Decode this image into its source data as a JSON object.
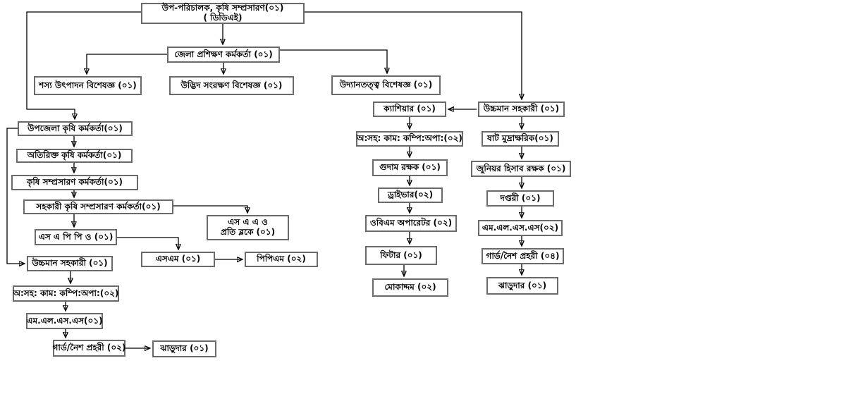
{
  "diagram": {
    "kind": "org-chart-flowchart",
    "language": "Bengali",
    "colors": {
      "background": "#ffffff",
      "box_fill": "#ffffff",
      "box_border": "#6a6a6a",
      "line": "#000000",
      "text": "#000000"
    },
    "nodes": {
      "deputy_director": {
        "line1": "উপ-পরিচালক, কৃষি সম্প্রসারণ(০১)",
        "line2": "( ডিডিএই)"
      },
      "district_training_officer": {
        "label": "জেলা প্রশিক্ষণ কর্মকর্তা (০১)"
      },
      "crop_production_specialist": {
        "label": "শস্য উৎপাদন বিশেষজ্ঞ (০১)"
      },
      "plant_protection_specialist": {
        "label": "উদ্ভিদ সংরক্ষণ বিশেষজ্ঞ (০১)"
      },
      "horticulture_specialist": {
        "label": "উদ্যানতত্ত্ব বিশেষজ্ঞ (০১)"
      },
      "cashier": {
        "label": "ক্যাশিয়ার (০১)"
      },
      "head_assistant_right": {
        "label": "উচ্চমান সহকারী (০১)"
      },
      "upazila_agriculture_officer": {
        "label": "উপজেলা কৃষি কর্মকর্তা(০১)"
      },
      "additional_agriculture_officer": {
        "label": "অতিরিক্ত কৃষি কর্মকর্তা(০১)"
      },
      "agriculture_extension_officer": {
        "label": "কৃষি সম্প্রসারণ কর্মকর্তা(০১)"
      },
      "assistant_agriculture_extension_officer": {
        "label": "সহকারী কৃষি সম্প্রসারণ কর্মকর্তা(০১)"
      },
      "saao_per_block": {
        "line1": "এস এ এ ও",
        "line2": "প্রতি ব্লকে (০১)"
      },
      "sappo": {
        "label": "এস এ পি পি ও (০১)"
      },
      "sm": {
        "label": "এসএম (০১)"
      },
      "ppm": {
        "label": "পিপিএম (০২)"
      },
      "head_assistant_left": {
        "label": "উচ্চমান সহকারী (০১)"
      },
      "office_asst_computer_left": {
        "label": "অ:সহ: কাম: কম্পি:অপা:(০২)"
      },
      "mlss_left": {
        "label": "এম.এল.এস.এস(০১)"
      },
      "guard_left": {
        "label": "গার্ড/নৈশ প্রহরী (০২)"
      },
      "sweeper_left": {
        "label": "ঝাড়ুদার (০১)"
      },
      "office_asst_computer_mid": {
        "label": "অ:সহ: কাম: কম্পি:অপা:(০২)"
      },
      "godown_keeper": {
        "label": "গুদাম রক্ষক (০১)"
      },
      "driver": {
        "label": "ড্রাইভার(০২)"
      },
      "obm_operator": {
        "label": "ওবিএম অপারেটর (০২)"
      },
      "fitter": {
        "label": "ফিটার (০১)"
      },
      "mokaddam": {
        "label": "মোকাদ্দম (০২)"
      },
      "steno_typist": {
        "label": "ষাট মুদ্রাক্ষরিক(০১)"
      },
      "junior_accounts_keeper": {
        "label": "জুনিয়র হিসাব রক্ষক (০১)"
      },
      "daptari": {
        "label": "দপ্তরী (০১)"
      },
      "mlss_right": {
        "label": "এম.এল.এস.এস(০২)"
      },
      "guard_right": {
        "label": "গার্ড/নৈশ প্রহরী (০৪)"
      },
      "sweeper_right": {
        "label": "ঝাড়ুদার (০১)"
      }
    },
    "edges": [
      {
        "from": "deputy_director",
        "to": "district_training_officer"
      },
      {
        "from": "deputy_director",
        "to": "upazila_agriculture_officer"
      },
      {
        "from": "deputy_director",
        "to": "head_assistant_right"
      },
      {
        "from": "district_training_officer",
        "to": "crop_production_specialist"
      },
      {
        "from": "district_training_officer",
        "to": "plant_protection_specialist"
      },
      {
        "from": "district_training_officer",
        "to": "horticulture_specialist"
      },
      {
        "from": "head_assistant_right",
        "to": "cashier"
      },
      {
        "from": "head_assistant_right",
        "to": "steno_typist"
      },
      {
        "from": "cashier",
        "to": "office_asst_computer_mid"
      },
      {
        "from": "office_asst_computer_mid",
        "to": "godown_keeper"
      },
      {
        "from": "godown_keeper",
        "to": "driver"
      },
      {
        "from": "driver",
        "to": "obm_operator"
      },
      {
        "from": "obm_operator",
        "to": "fitter"
      },
      {
        "from": "fitter",
        "to": "mokaddam"
      },
      {
        "from": "steno_typist",
        "to": "junior_accounts_keeper"
      },
      {
        "from": "junior_accounts_keeper",
        "to": "daptari"
      },
      {
        "from": "daptari",
        "to": "mlss_right"
      },
      {
        "from": "mlss_right",
        "to": "guard_right"
      },
      {
        "from": "guard_right",
        "to": "sweeper_right"
      },
      {
        "from": "upazila_agriculture_officer",
        "to": "additional_agriculture_officer"
      },
      {
        "from": "additional_agriculture_officer",
        "to": "agriculture_extension_officer"
      },
      {
        "from": "agriculture_extension_officer",
        "to": "assistant_agriculture_extension_officer"
      },
      {
        "from": "assistant_agriculture_extension_officer",
        "to": "sappo"
      },
      {
        "from": "assistant_agriculture_extension_officer",
        "to": "saao_per_block"
      },
      {
        "from": "sappo",
        "to": "sm"
      },
      {
        "from": "sm",
        "to": "ppm"
      },
      {
        "from": "upazila_agriculture_officer",
        "to": "head_assistant_left"
      },
      {
        "from": "head_assistant_left",
        "to": "office_asst_computer_left"
      },
      {
        "from": "office_asst_computer_left",
        "to": "mlss_left"
      },
      {
        "from": "mlss_left",
        "to": "guard_left"
      },
      {
        "from": "guard_left",
        "to": "sweeper_left"
      }
    ]
  }
}
